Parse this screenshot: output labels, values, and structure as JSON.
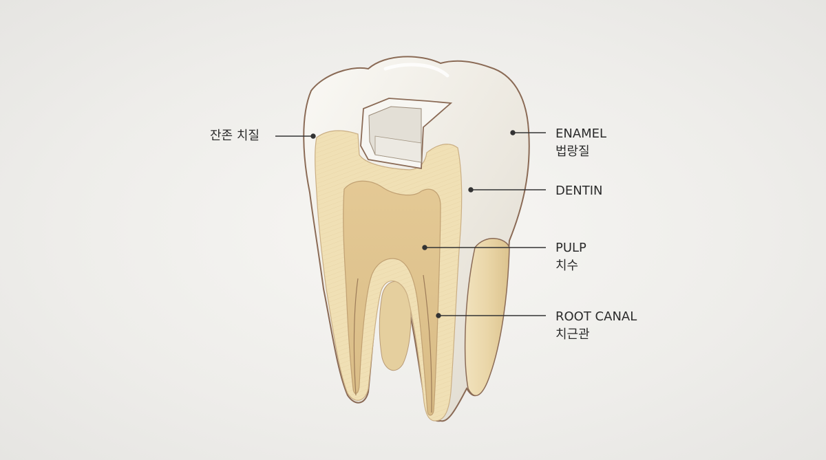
{
  "diagram": {
    "labels": {
      "remaining_tooth": {
        "ko": "잔존 치질"
      },
      "enamel": {
        "en": "ENAMEL",
        "ko": "법랑질"
      },
      "dentin": {
        "en": "DENTIN"
      },
      "pulp": {
        "en": "PULP",
        "ko": "치수"
      },
      "root_canal": {
        "en": "ROOT CANAL",
        "ko": "치근관"
      }
    },
    "colors": {
      "background": "#eeedea",
      "enamel": "#efece4",
      "dentin": "#eddcb1",
      "pulp": "#e2c795",
      "outline": "#8a6a55",
      "leader_line": "#333333"
    }
  }
}
